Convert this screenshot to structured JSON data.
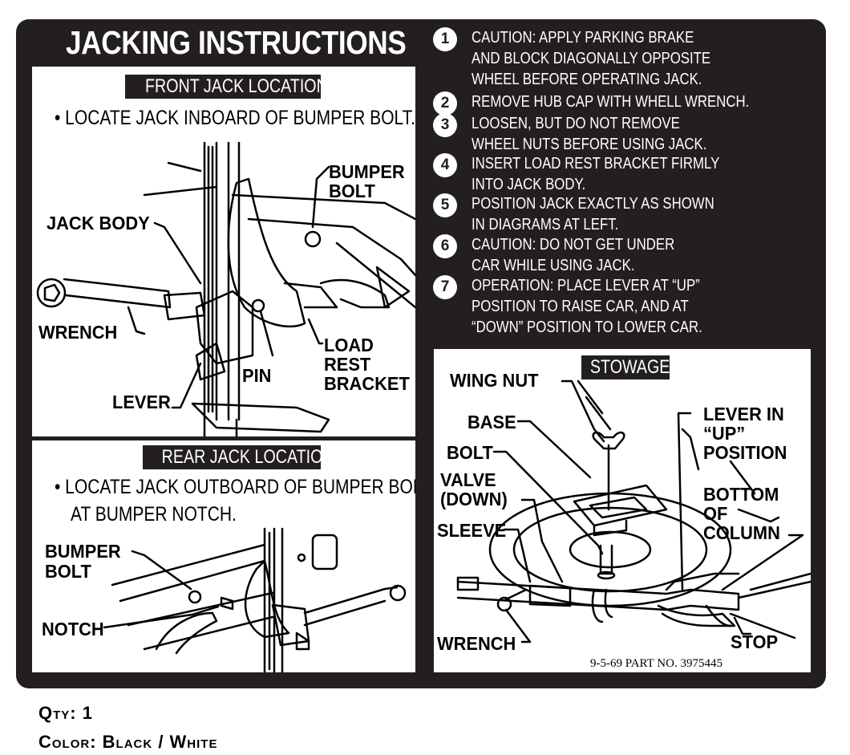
{
  "title": "JACKING INSTRUCTIONS",
  "front": {
    "heading": "FRONT JACK LOCATION",
    "instruction": "• LOCATE JACK INBOARD OF BUMPER BOLT.",
    "callouts": {
      "bumper_bolt_1": "BUMPER",
      "bumper_bolt_2": "BOLT",
      "jack_body": "JACK BODY",
      "wrench": "WRENCH",
      "pin": "PIN",
      "lever": "LEVER",
      "load_1": "LOAD",
      "load_2": "REST",
      "load_3": "BRACKET"
    }
  },
  "rear": {
    "heading": "REAR JACK LOCATION",
    "instruction_1": "• LOCATE JACK OUTBOARD OF BUMPER BOLT",
    "instruction_2": "AT BUMPER NOTCH.",
    "callouts": {
      "bumper_bolt_1": "BUMPER",
      "bumper_bolt_2": "BOLT",
      "notch": "NOTCH"
    }
  },
  "steps": [
    {
      "num": "1",
      "lines": [
        "CAUTION: APPLY PARKING BRAKE",
        "AND BLOCK DIAGONALLY OPPOSITE",
        "WHEEL BEFORE OPERATING JACK."
      ]
    },
    {
      "num": "2",
      "lines": [
        "REMOVE HUB CAP WITH WHELL WRENCH."
      ]
    },
    {
      "num": "3",
      "lines": [
        "LOOSEN, BUT DO NOT REMOVE",
        "WHEEL NUTS BEFORE USING JACK."
      ]
    },
    {
      "num": "4",
      "lines": [
        "INSERT LOAD REST BRACKET FIRMLY",
        "INTO JACK BODY."
      ]
    },
    {
      "num": "5",
      "lines": [
        "POSITION JACK EXACTLY AS SHOWN",
        "IN DIAGRAMS AT LEFT."
      ]
    },
    {
      "num": "6",
      "lines": [
        "CAUTION: DO NOT GET UNDER",
        "CAR WHILE USING JACK."
      ]
    },
    {
      "num": "7",
      "lines": [
        "OPERATION: PLACE LEVER AT “UP”",
        "POSITION TO RAISE CAR, AND AT",
        "“DOWN” POSITION TO LOWER CAR."
      ]
    }
  ],
  "stowage": {
    "heading": "STOWAGE",
    "callouts": {
      "wing_nut": "WING NUT",
      "base": "BASE",
      "bolt": "BOLT",
      "valve_1": "VALVE",
      "valve_2": "(DOWN)",
      "sleeve": "SLEEVE",
      "wrench": "WRENCH",
      "lever_1": "LEVER IN",
      "lever_2": "“UP”",
      "lever_3": "POSITION",
      "bottom_1": "BOTTOM",
      "bottom_2": "OF",
      "bottom_3": "COLUMN",
      "stop": "STOP"
    },
    "part_number": "9-5-69 PART NO. 3975445"
  },
  "footer": {
    "qty": "Qty: 1",
    "color": "Color: Black / White"
  },
  "colors": {
    "decal_background": "#231f20",
    "panel_background": "#ffffff",
    "text_on_dark": "#ffffff"
  }
}
